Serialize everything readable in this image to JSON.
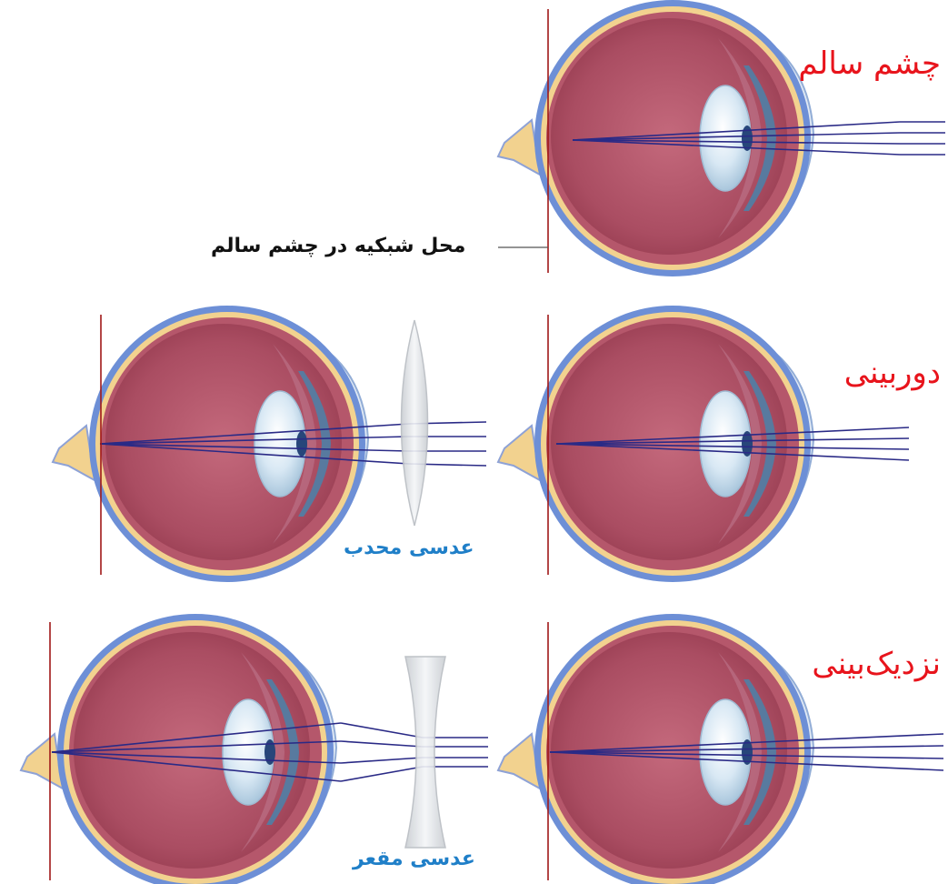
{
  "titles": {
    "healthy": "چشم سالم",
    "hyperopia": "دوربینی",
    "myopia": "نزدیک‌بینی"
  },
  "annotations": {
    "retina_position": "محل شبکیه در چشم سالم"
  },
  "lenses": {
    "convex": "عدسی محدب",
    "concave": "عدسی مقعر"
  },
  "colors": {
    "title": "#e8141c",
    "lens_label": "#1f7fc8",
    "retina_line": "#a01818",
    "light_rays": "#2a2a86"
  }
}
